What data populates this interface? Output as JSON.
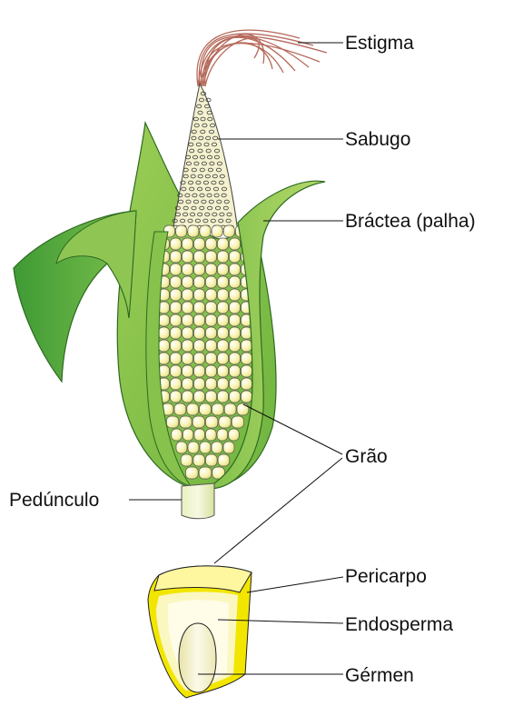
{
  "labels": {
    "estigma": "Estigma",
    "sabugo": "Sabugo",
    "bractea": "Bráctea (palha)",
    "grao": "Grão",
    "peduncle": "Pedúnculo",
    "pericarpo": "Pericarpo",
    "endosperma": "Endosperma",
    "germen": "Gérmen"
  },
  "colors": {
    "husk_dark": "#4fa63a",
    "husk_light": "#a6d05a",
    "kernel": "#f5f0a0",
    "cob": "#f4f1cf",
    "silk": "#b5695a",
    "pericarp": "#f2e600",
    "germ": "#f5f3d2"
  }
}
